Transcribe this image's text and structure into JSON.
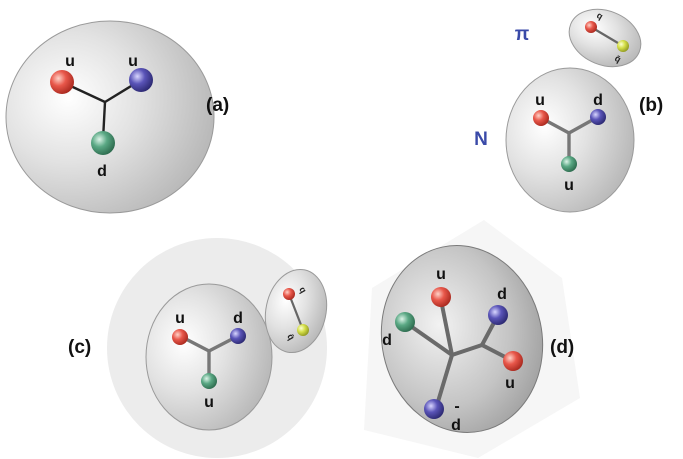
{
  "panels": {
    "a": {
      "label": "(a)",
      "quarks": [
        "u",
        "u",
        "d"
      ]
    },
    "b": {
      "label": "(b)",
      "pion_label": "π",
      "nucleon_label": "N",
      "nucleon_quarks": [
        "u",
        "d",
        "u"
      ],
      "pion_quarks": [
        "q",
        "q̄"
      ]
    },
    "c": {
      "label": "(c)",
      "nucleon_quarks": [
        "u",
        "d",
        "u"
      ],
      "pion_quarks": [
        "q",
        "q̄"
      ]
    },
    "d": {
      "label": "(d)",
      "quarks": [
        "u",
        "d",
        "d",
        "u"
      ],
      "antiquark": "d",
      "antiquark_bar": "-"
    }
  },
  "colors": {
    "quark_red": "#e8574a",
    "quark_blue": "#5a54b8",
    "quark_green": "#5aa884",
    "quark_yellow": "#d6e04a",
    "hadron_label": "#3a4aa8",
    "bag_gray": "#c9c9c9",
    "cloud_gray": "#ececec"
  }
}
